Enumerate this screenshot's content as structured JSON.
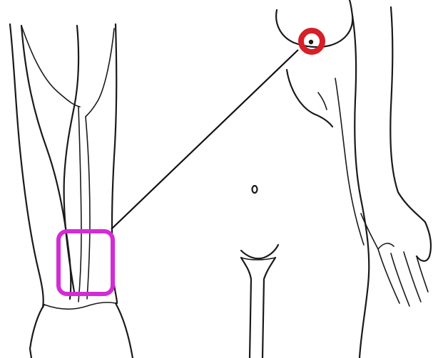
{
  "diagram": {
    "figures": [
      "lower-leg",
      "torso"
    ],
    "markers": [
      {
        "name": "breast-marker",
        "shape": "circle",
        "color": "#d61f26"
      },
      {
        "name": "leg-marker",
        "shape": "rounded-square",
        "color": "#d42bd6"
      }
    ],
    "connector": {
      "from": "breast-marker",
      "to": "leg-marker",
      "color": "#111111"
    },
    "line_color": "#1a1a1a",
    "background": "#ffffff"
  }
}
